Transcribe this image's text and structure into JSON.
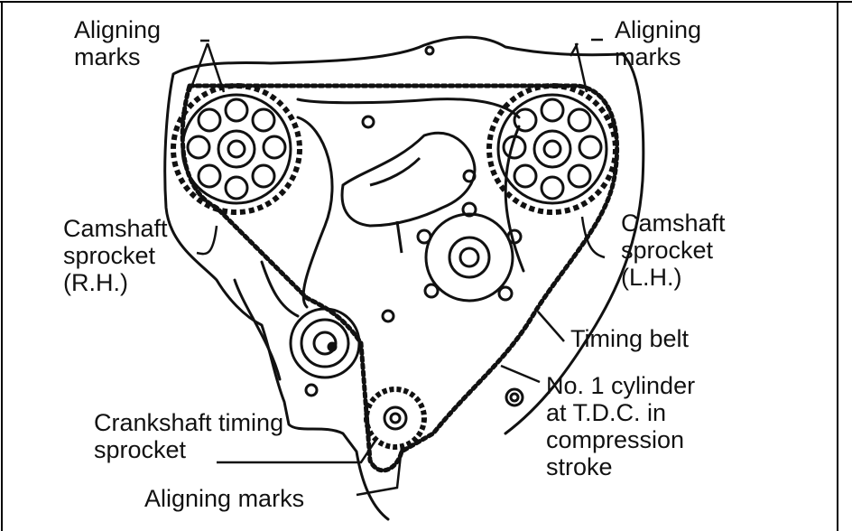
{
  "labels": {
    "aligning_marks_top_left": [
      "Aligning",
      "marks"
    ],
    "aligning_marks_top_right": [
      "Aligning",
      "marks"
    ],
    "camshaft_rh": [
      "Camshaft",
      "sprocket",
      "(R.H.)"
    ],
    "camshaft_lh": [
      "Camshaft",
      "sprocket",
      "(L.H.)"
    ],
    "timing_belt": "Timing belt",
    "cylinder_note": [
      "No. 1 cylinder",
      "at T.D.C. in",
      "compression",
      "stroke"
    ],
    "crankshaft": [
      "Crankshaft timing",
      "sprocket"
    ],
    "aligning_marks_bottom": "Aligning marks"
  },
  "colors": {
    "ink": "#111111",
    "paper": "#ffffff",
    "frame": "#000000"
  }
}
